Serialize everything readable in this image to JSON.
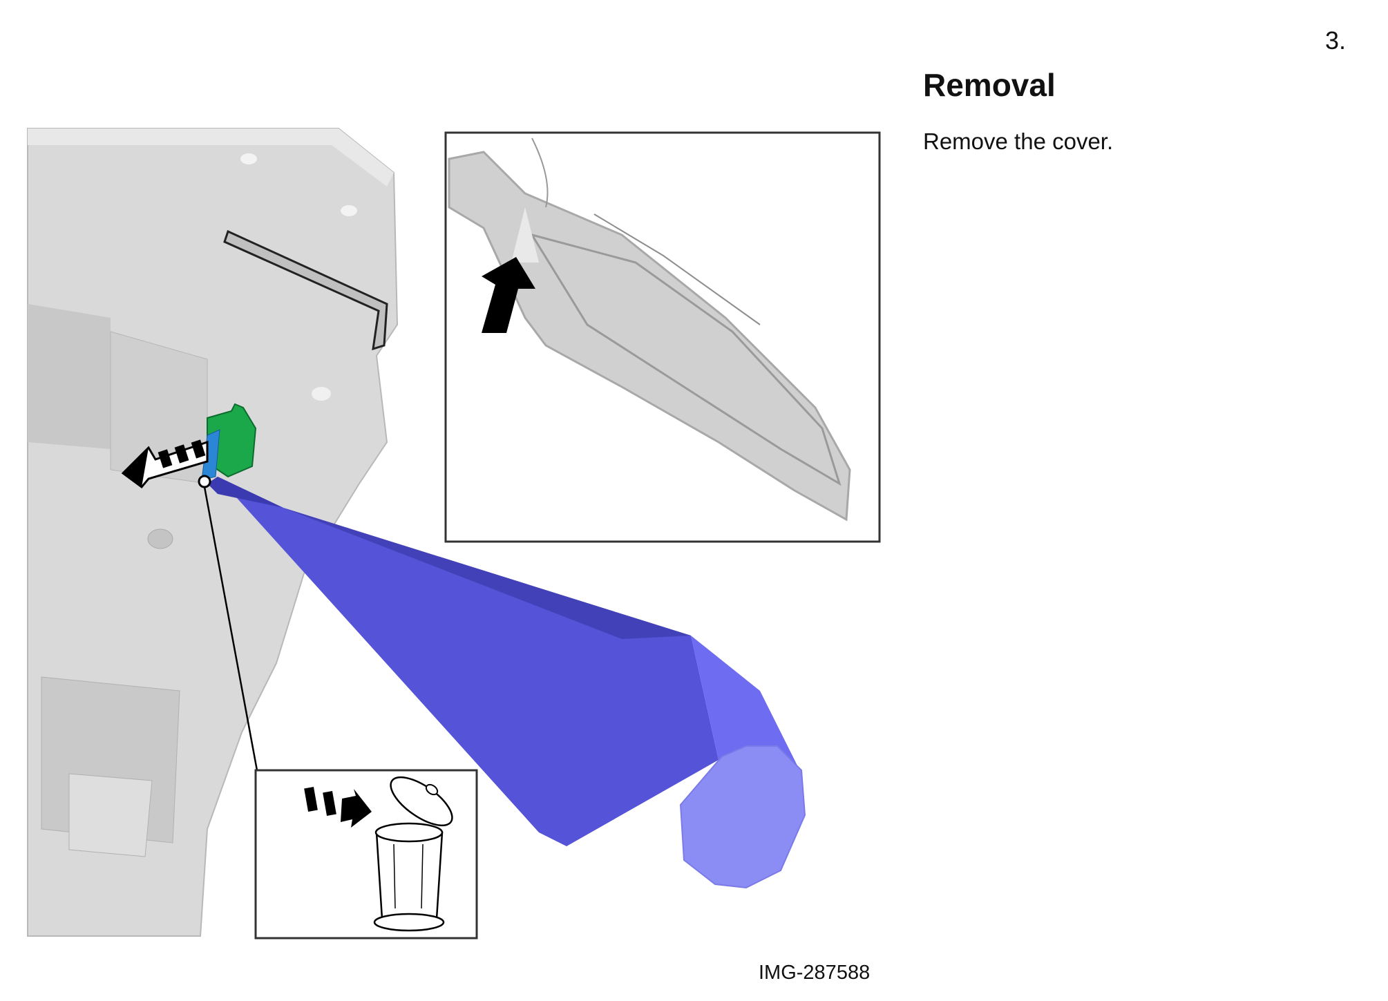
{
  "step": {
    "number": "3."
  },
  "section": {
    "title": "Removal"
  },
  "instruction": {
    "text": "Remove the cover."
  },
  "figure": {
    "image_id": "IMG-287588",
    "icons": [
      "release-arrow-icon",
      "tool-icon",
      "inset-detail-view",
      "up-arrow-icon",
      "discard-icon",
      "trash-can-icon"
    ],
    "colors": {
      "clip": "#1aa84a",
      "tool": "#5553d8",
      "tool_tip": "#8c8cf5",
      "part": "#d9d9d9"
    }
  }
}
